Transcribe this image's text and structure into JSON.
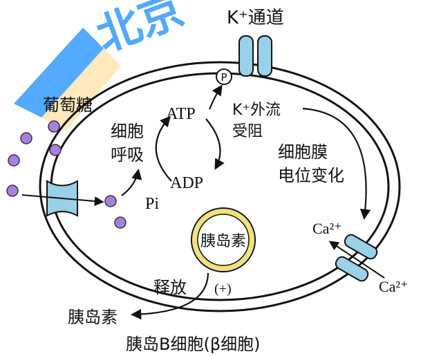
{
  "watermark": {
    "text": "北京",
    "color": "#1e90ff"
  },
  "colors": {
    "channel": "#9ad0e8",
    "molecule": "#a77fe0",
    "vesicle_ring": "#f2e07a",
    "stroke": "#111111"
  },
  "labels": {
    "k_channel": "K⁺通道",
    "glucose": "葡萄糖",
    "cell_respiration_1": "细胞",
    "cell_respiration_2": "呼吸",
    "atp": "ATP",
    "adp": "ADP",
    "pi": "Pi",
    "phosphate": "P",
    "k_efflux": "K⁺外流",
    "blocked": "受阻",
    "membrane_potential_1": "细胞膜",
    "membrane_potential_2": "电位变化",
    "ca_inside": "Ca²⁺",
    "ca_outside": "Ca²⁺",
    "insulin_inside": "胰岛素",
    "release": "释放",
    "plus": "(+)",
    "insulin_out": "胰岛素",
    "caption": "胰岛B细胞(β细胞)"
  }
}
